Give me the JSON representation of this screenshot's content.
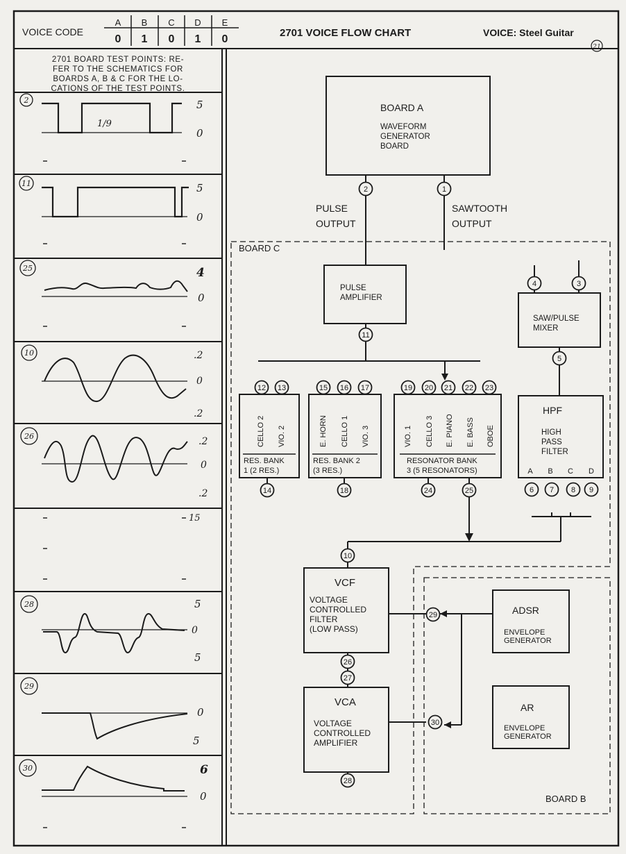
{
  "header": {
    "voice_code_label": "VOICE CODE",
    "code_columns": [
      "A",
      "B",
      "C",
      "D",
      "E"
    ],
    "code_values": [
      "0",
      "1",
      "0",
      "1",
      "0"
    ],
    "title": "2701 VOICE FLOW CHART",
    "voice_label": "VOICE: Steel Guitar",
    "page_mark": "21"
  },
  "test_point_note": [
    "2701 BOARD TEST POINTS: RE-",
    "FER TO THE SCHEMATICS FOR",
    "BOARDS A, B & C FOR THE LO-",
    "CATIONS OF THE TEST POINTS."
  ],
  "waveform_panels": [
    {
      "tp": "2",
      "levels": [
        "5",
        "0"
      ],
      "note": "1/9"
    },
    {
      "tp": "11",
      "levels": [
        "5",
        "0"
      ],
      "note": ""
    },
    {
      "tp": "25",
      "levels": [
        "4",
        "0"
      ],
      "note": ""
    },
    {
      "tp": "10",
      "levels": [
        ".2",
        "0",
        ".2"
      ],
      "note": ""
    },
    {
      "tp": "26",
      "levels": [
        ".2",
        "0",
        ".2"
      ],
      "note": ""
    },
    {
      "tp": "",
      "levels": [
        "15"
      ],
      "note": ""
    },
    {
      "tp": "28",
      "levels": [
        "5",
        "0",
        "5"
      ],
      "note": ""
    },
    {
      "tp": "29",
      "levels": [
        "0",
        "5"
      ],
      "note": ""
    },
    {
      "tp": "30",
      "levels": [
        "6",
        "0"
      ],
      "note": ""
    }
  ],
  "diagram": {
    "board_a": {
      "title": "BOARD A",
      "lines": [
        "WAVEFORM",
        "GENERATOR",
        "BOARD"
      ]
    },
    "outputs": {
      "pulse": [
        "PULSE",
        "OUTPUT"
      ],
      "sawtooth": [
        "SAWTOOTH",
        "OUTPUT"
      ]
    },
    "board_c_label": "BOARD C",
    "board_b_label": "BOARD B",
    "pulse_amp": [
      "PULSE",
      "AMPLIFIER"
    ],
    "saw_mixer": [
      "SAW/PULSE",
      "MIXER"
    ],
    "res_bank_1": {
      "voices": [
        "CELLO 2",
        "VIO. 2"
      ],
      "label": [
        "RES. BANK",
        "1 (2 RES.)"
      ]
    },
    "res_bank_2": {
      "voices": [
        "E. HORN",
        "CELLO 1",
        "VIO. 3"
      ],
      "label": [
        "RES. BANK 2",
        "(3 RES.)"
      ]
    },
    "res_bank_3": {
      "voices": [
        "VIO. 1",
        "CELLO 3",
        "E. PIANO",
        "E. BASS",
        "OBOE"
      ],
      "label": [
        "RESONATOR BANK",
        "3 (5 RESONATORS)"
      ]
    },
    "hpf": {
      "title": "HPF",
      "lines": [
        "HIGH",
        "PASS",
        "FILTER"
      ],
      "taps": [
        "A",
        "B",
        "C",
        "D"
      ]
    },
    "vcf": {
      "title": "VCF",
      "lines": [
        "VOLTAGE",
        "CONTROLLED",
        "FILTER",
        "(LOW PASS)"
      ]
    },
    "vca": {
      "title": "VCA",
      "lines": [
        "VOLTAGE",
        "CONTROLLED",
        "AMPLIFIER"
      ]
    },
    "adsr": {
      "title": "ADSR",
      "lines": [
        "ENVELOPE",
        "GENERATOR"
      ]
    },
    "ar": {
      "title": "AR",
      "lines": [
        "ENVELOPE",
        "GENERATOR"
      ]
    },
    "test_points": {
      "tp1": "1",
      "tp2": "2",
      "tp3": "3",
      "tp4": "4",
      "tp5": "5",
      "tp6": "6",
      "tp7": "7",
      "tp8": "8",
      "tp9": "9",
      "tp10": "10",
      "tp11": "11",
      "tp12": "12",
      "tp13": "13",
      "tp14": "14",
      "tp15": "15",
      "tp16": "16",
      "tp17": "17",
      "tp18": "18",
      "tp19": "19",
      "tp20": "20",
      "tp21": "21",
      "tp22": "22",
      "tp23": "23",
      "tp24": "24",
      "tp25": "25",
      "tp26": "26",
      "tp27": "27",
      "tp28": "28",
      "tp29": "29",
      "tp30": "30"
    }
  }
}
